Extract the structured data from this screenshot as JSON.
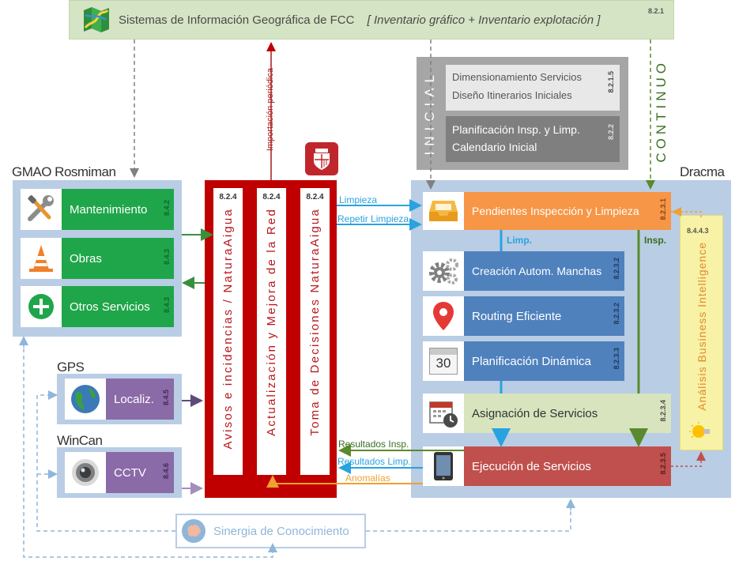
{
  "header": {
    "title": "Sistemas de Información Geográfica de FCC",
    "subtitle": "[ Inventario gráfico + Inventario explotación ]",
    "code": "8.2.1"
  },
  "import_label": "Importación periódica",
  "inicial": {
    "side_label": "INICIAL",
    "continuo_label": "CONTINUO",
    "box1": {
      "line1": "Dimensionamiento Servicios",
      "line2": "Diseño Itinerarios Iniciales",
      "code": "8.2.1.5"
    },
    "box2": {
      "line1": "Planificación Insp. y Limp.",
      "line2": "Calendario Inicial",
      "code": "8.2.2"
    }
  },
  "gmao": {
    "title": "GMAO Rosmiman",
    "items": [
      {
        "label": "Mantenimiento",
        "code": "8.4.2",
        "icon": "tools-icon"
      },
      {
        "label": "Obras",
        "code": "8.4.3",
        "icon": "traffic-cone-icon"
      },
      {
        "label": "Otros Servicios",
        "code": "8.4.3",
        "icon": "plus-circle-icon"
      }
    ]
  },
  "gps": {
    "title": "GPS",
    "label": "Localiz.",
    "code": "8.4.5"
  },
  "wincan": {
    "title": "WinCan",
    "label": "CCTV",
    "code": "8.4.6"
  },
  "natura": {
    "columns": [
      {
        "code": "8.2.4",
        "text": "Avisos e incidencias / NaturaAigua"
      },
      {
        "code": "8.2.4",
        "text": "Actualización y Mejora de la Red"
      },
      {
        "code": "8.2.4",
        "text": "Toma de Decisiones NaturaAigua"
      }
    ]
  },
  "dracma": {
    "title": "Dracma",
    "pendientes": {
      "label": "Pendientes Inspección y Limpieza",
      "code": "8.2.3.1"
    },
    "creacion": {
      "label": "Creación Autom. Manchas",
      "code": "8.2.3.2"
    },
    "routing": {
      "label": "Routing Eficiente",
      "code": "8.2.3.2"
    },
    "planificacion": {
      "label": "Planificación Dinámica",
      "code": "8.2.3.3",
      "calendar_day": "30"
    },
    "asignacion": {
      "label": "Asignación de Servicios",
      "code": "8.2.3.4"
    },
    "ejecucion": {
      "label": "Ejecución de Servicios",
      "code": "8.2.3.5"
    },
    "limp_label": "Limp.",
    "insp_label": "Insp.",
    "bi": {
      "label": "Análisis Business Intelligence",
      "code": "8.4.4.3"
    }
  },
  "flows": {
    "limpieza": "Limpieza",
    "repetir": "Repetir Limpieza",
    "res_insp": "Resultados Insp.",
    "res_limp": "Resultados Limp.",
    "anomalias": "Anomalías"
  },
  "sinergia": "Sinergia de Conocimiento",
  "colors": {
    "green": "#1fa64a",
    "purple": "#8a6aa7",
    "red": "#c00000",
    "orange": "#f79646",
    "blue": "#4f81bd",
    "light_green": "#d7e4bd",
    "dark_red": "#c0504d",
    "light_blue_panel": "#b9cde5",
    "yellow": "#f7f2a5",
    "gray": "#a5a5a5"
  }
}
